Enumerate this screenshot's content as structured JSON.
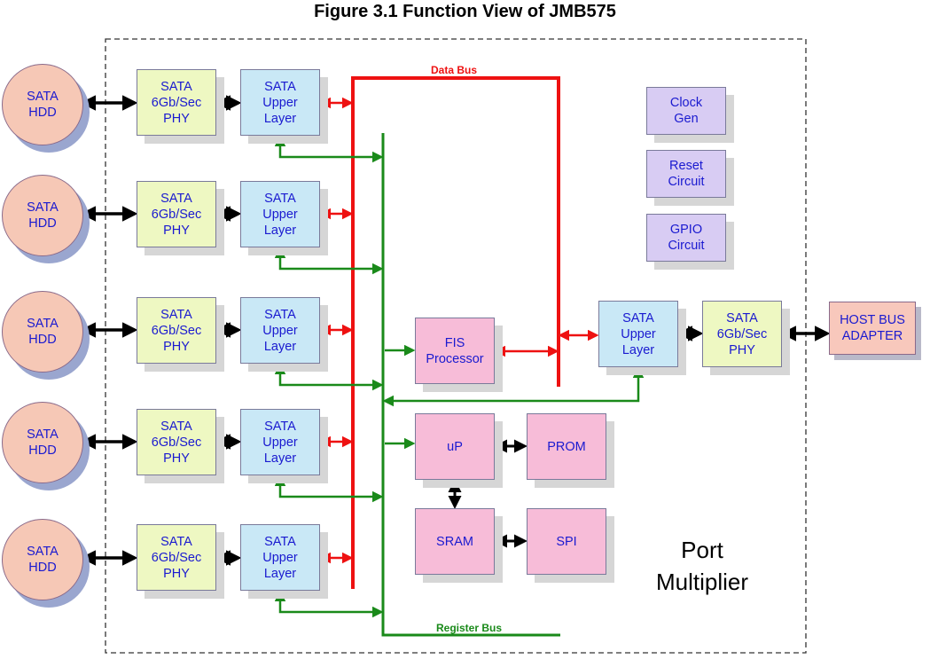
{
  "title": "Figure 3.1 Function View of JMB575",
  "bus_labels": {
    "data": "Data Bus",
    "register": "Register Bus"
  },
  "colors": {
    "data_bus": "#ee1111",
    "register_bus": "#1a8a1a",
    "link": "#000000"
  },
  "lanes": [
    {
      "hdd": "SATA\nHDD",
      "phy": "SATA\n6Gb/Sec\nPHY",
      "upper": "SATA\nUpper\nLayer"
    },
    {
      "hdd": "SATA\nHDD",
      "phy": "SATA\n6Gb/Sec\nPHY",
      "upper": "SATA\nUpper\nLayer"
    },
    {
      "hdd": "SATA\nHDD",
      "phy": "SATA\n6Gb/Sec\nPHY",
      "upper": "SATA\nUpper\nLayer"
    },
    {
      "hdd": "SATA\nHDD",
      "phy": "SATA\n6Gb/Sec\nPHY",
      "upper": "SATA\nUpper\nLayer"
    },
    {
      "hdd": "SATA\nHDD",
      "phy": "SATA\n6Gb/Sec\nPHY",
      "upper": "SATA\nUpper\nLayer"
    }
  ],
  "fis": "FIS\nProcessor",
  "up": "uP",
  "prom": "PROM",
  "sram": "SRAM",
  "spi": "SPI",
  "clock": "Clock\nGen",
  "reset": "Reset\nCircuit",
  "gpio": "GPIO\nCircuit",
  "host_upper": "SATA\nUpper\nLayer",
  "host_phy": "SATA\n6Gb/Sec\nPHY",
  "host": "HOST BUS\nADAPTER",
  "port_multiplier": "Port\nMultiplier"
}
